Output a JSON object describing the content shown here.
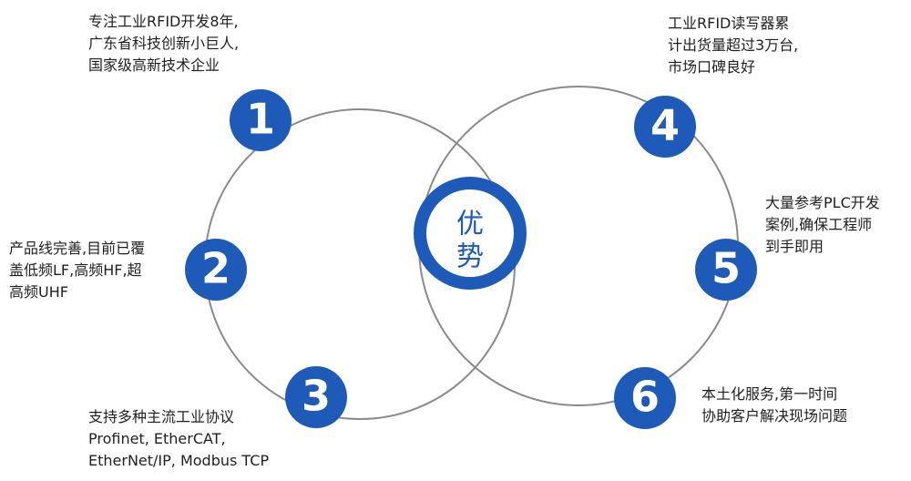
{
  "colors": {
    "accent": "#1e5bb8",
    "ring": "#8a8a8a",
    "text": "#1f1f1f",
    "white": "#ffffff"
  },
  "center": {
    "chars": [
      "优",
      "势"
    ]
  },
  "points": [
    {
      "number": "1",
      "lines": [
        "专注工业RFID开发8年,",
        "广东省科技创新小巨人,",
        "国家级高新技术企业"
      ]
    },
    {
      "number": "2",
      "lines": [
        "产品线完善,目前已覆",
        "盖低频LF,高频HF,超",
        "高频UHF"
      ]
    },
    {
      "number": "3",
      "lines": [
        "支持多种主流工业协议",
        "Profinet, EtherCAT,",
        "EtherNet/IP, Modbus TCP"
      ]
    },
    {
      "number": "4",
      "lines": [
        "工业RFID读写器累",
        "计出货量超过3万台,",
        "市场口碑良好"
      ]
    },
    {
      "number": "5",
      "lines": [
        "大量参考PLC开发",
        "案例,确保工程师",
        "到手即用"
      ]
    },
    {
      "number": "6",
      "lines": [
        "本土化服务,第一时间",
        "协助客户解决现场问题"
      ]
    }
  ]
}
